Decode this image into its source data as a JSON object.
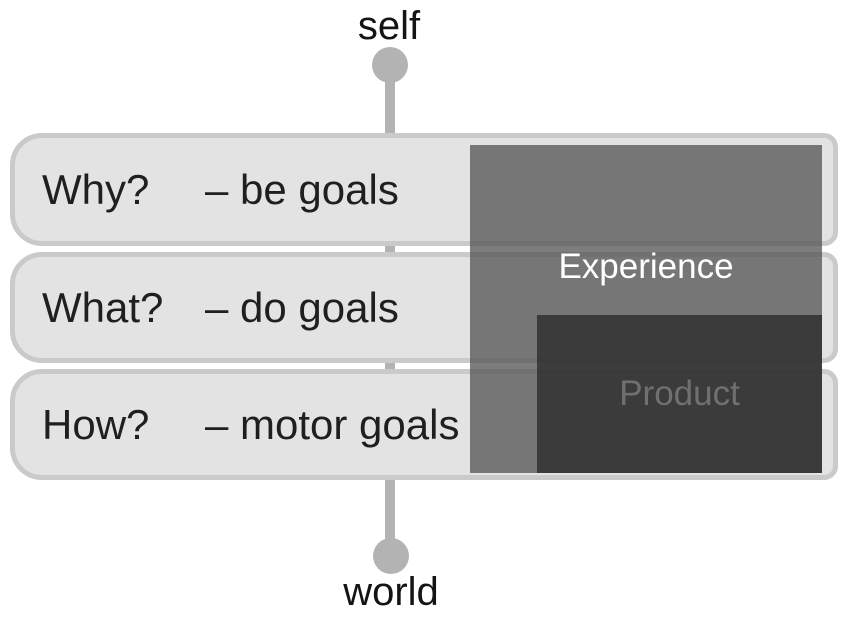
{
  "diagram": {
    "top_node": {
      "label": "self"
    },
    "bottom_node": {
      "label": "world"
    },
    "rows": [
      {
        "question": "Why?",
        "goal": "– be goals"
      },
      {
        "question": "What?",
        "goal": "– do goals"
      },
      {
        "question": "How?",
        "goal": "– motor goals"
      }
    ],
    "overlays": {
      "experience": {
        "label": "Experience"
      },
      "product": {
        "label": "Product"
      }
    },
    "colors": {
      "box_fill": "#e3e3e3",
      "box_border": "#cacaca",
      "connector": "#b3b3b3",
      "experience_fill_rgba": "rgba(82,82,82,0.75)",
      "product_fill_rgba": "rgba(40,40,40,0.75)",
      "experience_text": "#ffffff",
      "product_text": "#707070",
      "label_text": "#1f1f1f"
    }
  }
}
